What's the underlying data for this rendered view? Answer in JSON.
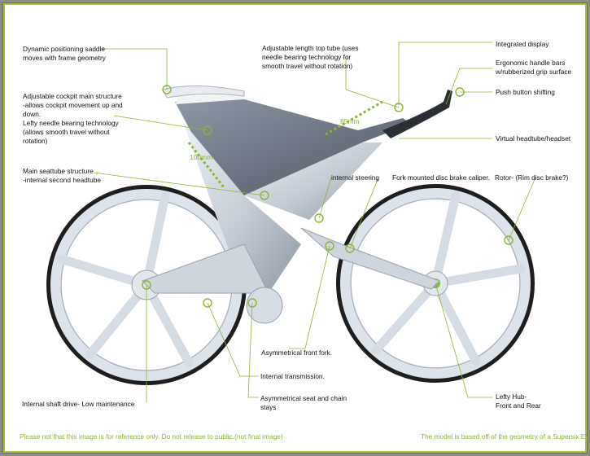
{
  "labels": {
    "saddle": "Dynamic positioning saddle\nmoves with frame geometry",
    "cockpit": "Adjustable cockpit main structure\n-allows cockpit movement up and\ndown.\nLefty needle bearing technology\n(allows smooth travel without\nrotation)",
    "seattube": "Main seattube structure\n-internal second headtube",
    "toptube": "Adjustable length top tube (uses\nneedle bearing technology for\nsmooth travel without rotation)",
    "display": "Integrated display",
    "handlebars": "Ergonomic handle bars\nw/rubberized grip surface",
    "shifting": "Push button shifting",
    "headtube": "Virtual headtube/headset",
    "steering": "internal steering",
    "caliper": "Fork mounted disc brake caliper.",
    "rotor": "Rotor- (Rim disc brake?)",
    "fork": "Asymmetrical front fork.",
    "transmission": "Internal transmission.",
    "stays": "Asymmetrical seat and chain\nstays",
    "shaft": "Internal shaft drive- Low maintenance",
    "hub": "Lefty Hub-\nFront and Rear"
  },
  "dimensions": {
    "top": "85mm",
    "side": "100mm"
  },
  "footer": {
    "left": "Please not that this image is for reference only.  Do not release to public.(not final image)",
    "right": "The model is based off of the geometry of a Supersix EVO"
  },
  "colors": {
    "accent": "#8bb62d",
    "frame_border": "#a6c33a",
    "bike": "#c8ced6",
    "tire": "#1e1e1e"
  }
}
